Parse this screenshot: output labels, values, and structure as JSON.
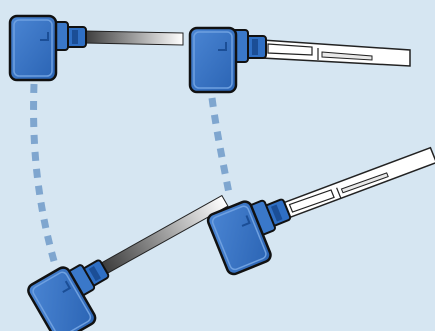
{
  "illustration": {
    "name": "valve-actuator-rotation",
    "colors": {
      "background": "#d6e6f2",
      "housing": "#2f6fc4",
      "housing_dark": "#1b4e96",
      "housing_light": "#5b94dc",
      "outline": "#111111",
      "trail": "#7fa6cf",
      "pipe_light": "#ffffff",
      "pipe_dark": "#4a4a4a"
    },
    "devices": [
      {
        "id": "top-left",
        "stem": "solid-gradient"
      },
      {
        "id": "top-right",
        "stem": "slotted"
      },
      {
        "id": "bottom-left",
        "stem": "solid-gradient"
      },
      {
        "id": "bottom-right",
        "stem": "slotted"
      }
    ],
    "motion_paths": [
      {
        "id": "left",
        "from": "top-left",
        "to": "bottom-left",
        "style": "dotted"
      },
      {
        "id": "right",
        "from": "top-right",
        "to": "bottom-right",
        "style": "dotted"
      }
    ]
  }
}
